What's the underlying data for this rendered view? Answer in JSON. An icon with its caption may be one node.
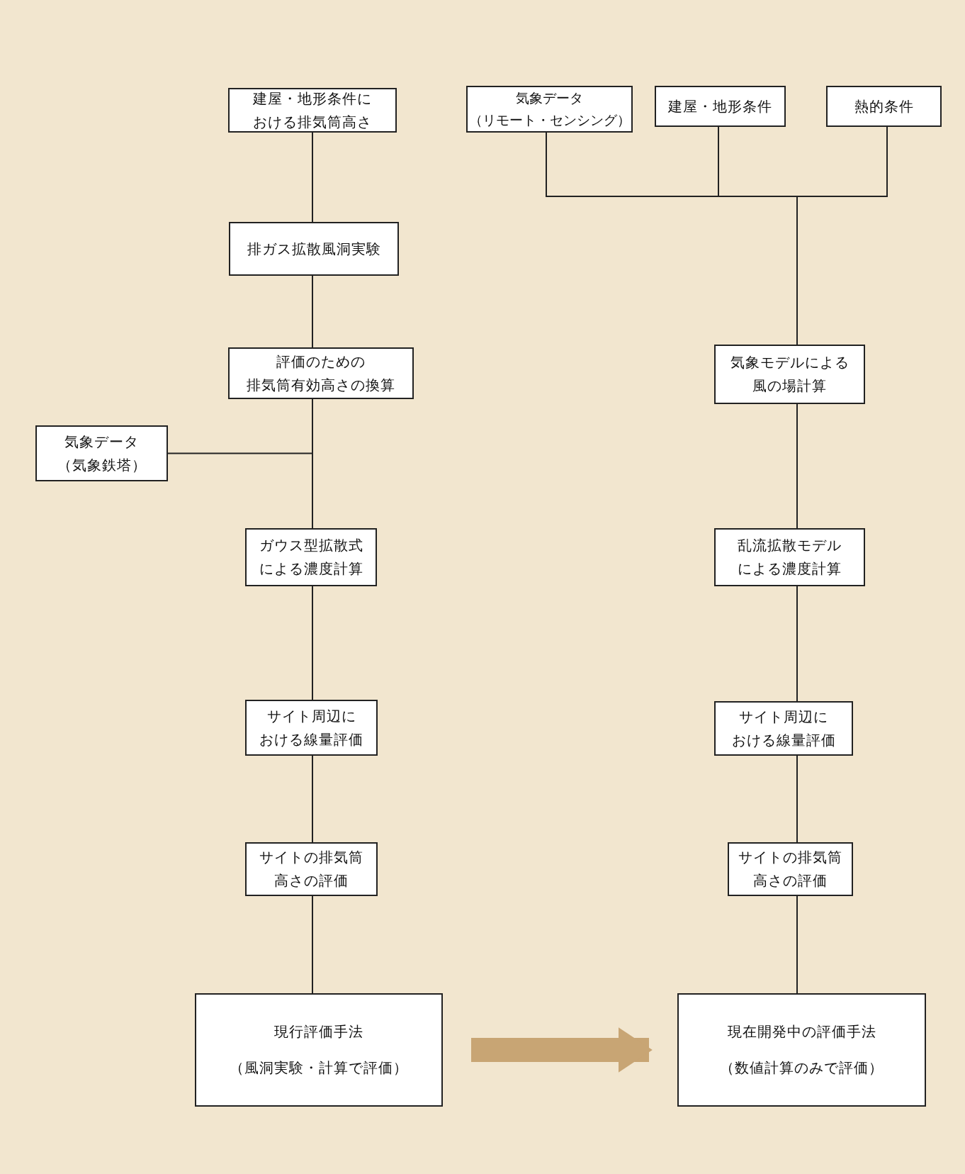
{
  "diagram": {
    "nodes": [
      {
        "text": [
          "建屋・地形条件における排気筒高さ"
        ]
      },
      {
        "text": [
          "気象データ（リモート・センシング）"
        ]
      },
      {
        "text": [
          "建屋・地形条件"
        ]
      },
      {
        "text": [
          "熱的条件"
        ]
      },
      {
        "text": [
          "排ガス拡散風洞実験"
        ]
      },
      {
        "text": [
          "評価のための排気筒有効高さの換算"
        ]
      },
      {
        "text": [
          "気象モデルによる風の場計算"
        ]
      },
      {
        "text": [
          "気象データ（気象鉄塔）"
        ]
      },
      {
        "text": [
          "ガウス型拡散式による濃度計算"
        ]
      },
      {
        "text": [
          "乱流拡散モデルによる濃度計算"
        ]
      },
      {
        "text": [
          "サイト周辺における線量評価"
        ]
      },
      {
        "text": [
          "サイト周辺における線量評価"
        ]
      },
      {
        "text": [
          "サイトの排気筒高さの評価"
        ]
      },
      {
        "text": [
          "サイトの排気筒高さの評価"
        ]
      },
      {
        "text": [
          "現行評価手法",
          "（風洞実験・計算で評価）"
        ]
      },
      {
        "text": [
          "現在開発中の評価手法",
          "（数値計算のみで評価）"
        ]
      }
    ],
    "edges": [
      {
        "from": 0,
        "to": 4,
        "arrow": "none"
      },
      {
        "from": 4,
        "to": 5,
        "arrow": "none"
      },
      {
        "from": 5,
        "to": 8,
        "arrow": "none"
      },
      {
        "from": 7,
        "to": 8,
        "arrow": "none"
      },
      {
        "from": 8,
        "to": 10,
        "arrow": "none"
      },
      {
        "from": 10,
        "to": 12,
        "arrow": "none"
      },
      {
        "from": 12,
        "to": 14,
        "arrow": "none"
      },
      {
        "from": 1,
        "to": 6,
        "arrow": "none"
      },
      {
        "from": 2,
        "to": 6,
        "arrow": "none"
      },
      {
        "from": 3,
        "to": 6,
        "arrow": "none"
      },
      {
        "from": 6,
        "to": 9,
        "arrow": "none"
      },
      {
        "from": 9,
        "to": 11,
        "arrow": "none"
      },
      {
        "from": 11,
        "to": 13,
        "arrow": "none"
      },
      {
        "from": 13,
        "to": 15,
        "arrow": "none"
      },
      {
        "from": 14,
        "to": 15,
        "arrow": "to",
        "style": "thick",
        "color": "#c8a574"
      }
    ]
  }
}
